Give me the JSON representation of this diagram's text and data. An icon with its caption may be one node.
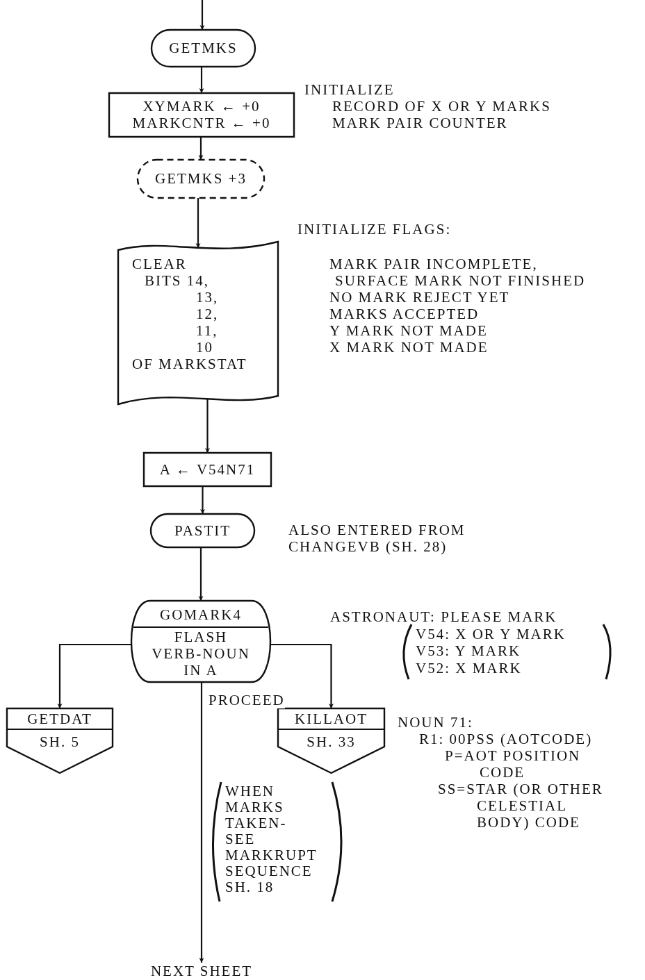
{
  "diagram": {
    "nodes": [
      {
        "text": [
          "GETMKS"
        ]
      },
      {
        "text": [
          "XYMARK ← +0 MARKCNTR ← +0"
        ],
        "beside": [
          "INITIALIZE",
          "RECORD OF X OR Y MARKS",
          "MARK PAIR COUNTER"
        ]
      },
      {
        "text": [
          "GETMKS +3"
        ]
      },
      {
        "text": [
          "CLEAR BITS 14, 13, 12, 11, 10 OF MARKSTAT"
        ],
        "beside": [
          "INITIALIZE FLAGS:",
          "MARK PAIR INCOMPLETE, SURFACE MARK NOT FINISHED",
          "NO MARK REJECT YET",
          "MARKS ACCEPTED",
          "Y MARK NOT MADE",
          "X MARK NOT MADE"
        ]
      },
      {
        "text": [
          "A ← V54N71"
        ]
      },
      {
        "text": [
          "PASTIT"
        ],
        "beside": [
          "ALSO ENTERED FROM CHANGEVB (SH. 28)"
        ]
      },
      {
        "text": [
          "GOMARK4",
          "FLASH VERB-NOUN IN A"
        ],
        "beside": [
          "ASTRONAUT: PLEASE MARK",
          "V54: X OR Y MARK",
          "V53: Y MARK",
          "V52: X MARK"
        ]
      },
      {
        "text": [
          "GETDAT",
          "SH. 5"
        ]
      },
      {
        "text": [
          "KILLAOT",
          "SH. 33"
        ],
        "beside": [
          "NOUN 71:",
          "R1: 00PSS (AOTCODE)",
          "P=AOT POSITION CODE",
          "SS=STAR (OR OTHER CELESTIAL BODY) CODE"
        ]
      },
      {
        "text": [
          "NEXT SHEET"
        ]
      }
    ],
    "edges": [
      {
        "from": null,
        "to": 0,
        "arrow": "to"
      },
      {
        "from": 0,
        "to": 1,
        "arrow": "to"
      },
      {
        "from": 1,
        "to": 2,
        "arrow": "to"
      },
      {
        "from": 2,
        "to": 3,
        "arrow": "to"
      },
      {
        "from": 3,
        "to": 4,
        "arrow": "to"
      },
      {
        "from": 4,
        "to": 5,
        "arrow": "to"
      },
      {
        "from": 5,
        "to": 6,
        "arrow": "to"
      },
      {
        "from": 6,
        "to": 7,
        "arrow": "to"
      },
      {
        "from": 6,
        "to": 8,
        "arrow": "to"
      },
      {
        "from": 6,
        "to": 9,
        "arrow": "to",
        "label": "PROCEED"
      }
    ],
    "labels": [
      "WHEN MARKS TAKEN- SEE MARKRUPT SEQUENCE SH. 18"
    ]
  }
}
